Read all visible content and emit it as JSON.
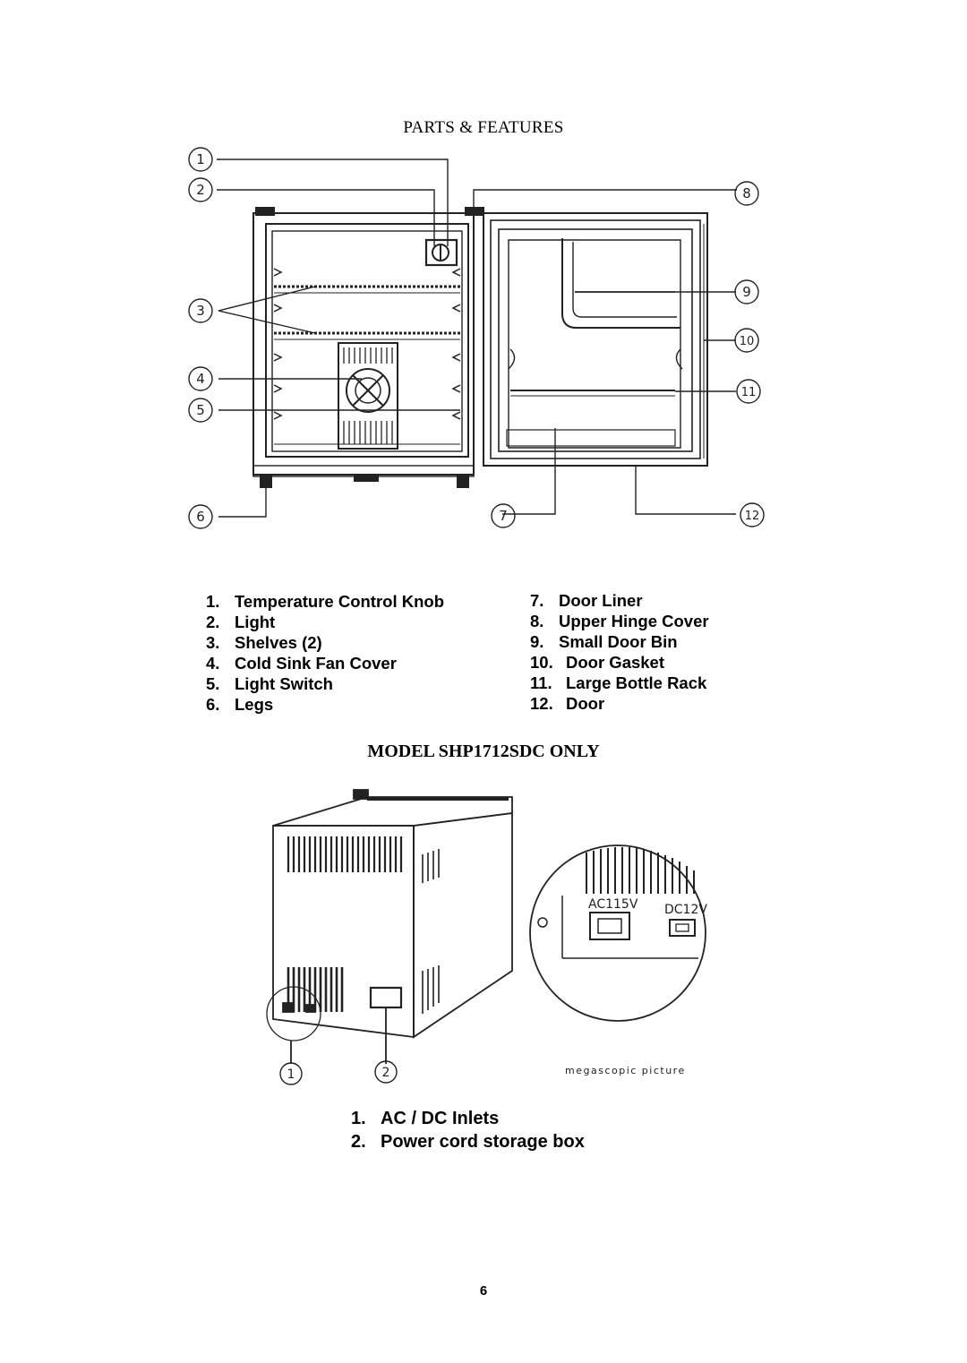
{
  "page": {
    "section_title": "PARTS & FEATURES",
    "model_title": "MODEL SHP1712SDC ONLY",
    "page_number": "6"
  },
  "parts_list_left": [
    {
      "num": "1.",
      "label": "Temperature Control Knob"
    },
    {
      "num": "2.",
      "label": "Light"
    },
    {
      "num": "3.",
      "label": "Shelves (2)"
    },
    {
      "num": "4.",
      "label": "Cold Sink Fan Cover"
    },
    {
      "num": "5.",
      "label": "Light Switch"
    },
    {
      "num": "6.",
      "label": "Legs"
    }
  ],
  "parts_list_right": [
    {
      "num": "7.",
      "label": "Door Liner"
    },
    {
      "num": "8.",
      "label": "Upper Hinge Cover"
    },
    {
      "num": "9.",
      "label": "Small Door Bin"
    },
    {
      "num": "10.",
      "label": "Door Gasket"
    },
    {
      "num": "11.",
      "label": "Large Bottle Rack"
    },
    {
      "num": "12.",
      "label": "Door"
    }
  ],
  "diagram_callouts": [
    "①",
    "②",
    "③",
    "④",
    "⑤",
    "⑥",
    "⑦",
    "⑧",
    "⑨",
    "⑩",
    "⑪",
    "⑫"
  ],
  "rear_view": {
    "callouts": [
      "①",
      "②"
    ],
    "inlet_labels": {
      "ac": "AC115V",
      "dc": "DC12V"
    },
    "caption": "megascopic picture"
  },
  "bottom_list": [
    {
      "num": "1.",
      "label": "AC / DC Inlets"
    },
    {
      "num": "2.",
      "label": "Power cord storage box"
    }
  ]
}
